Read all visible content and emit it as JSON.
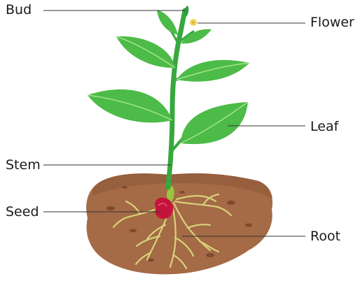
{
  "diagram": {
    "labels": {
      "bud": "Bud",
      "flower": "Flower",
      "leaf": "Leaf",
      "stem": "Stem",
      "seed": "Seed",
      "root": "Root"
    },
    "colors": {
      "soil": "#a56a46",
      "soil_dark": "#8a5536",
      "soil_speck": "#7d4a2e",
      "leaf": "#4cbb47",
      "leaf_dark": "#2f9a3a",
      "leaf_vein": "#a6e28f",
      "stem": "#37a83e",
      "seed": "#c4143b",
      "root": "#d7d27a",
      "flower": "#f3d35a",
      "line": "#333333"
    }
  }
}
